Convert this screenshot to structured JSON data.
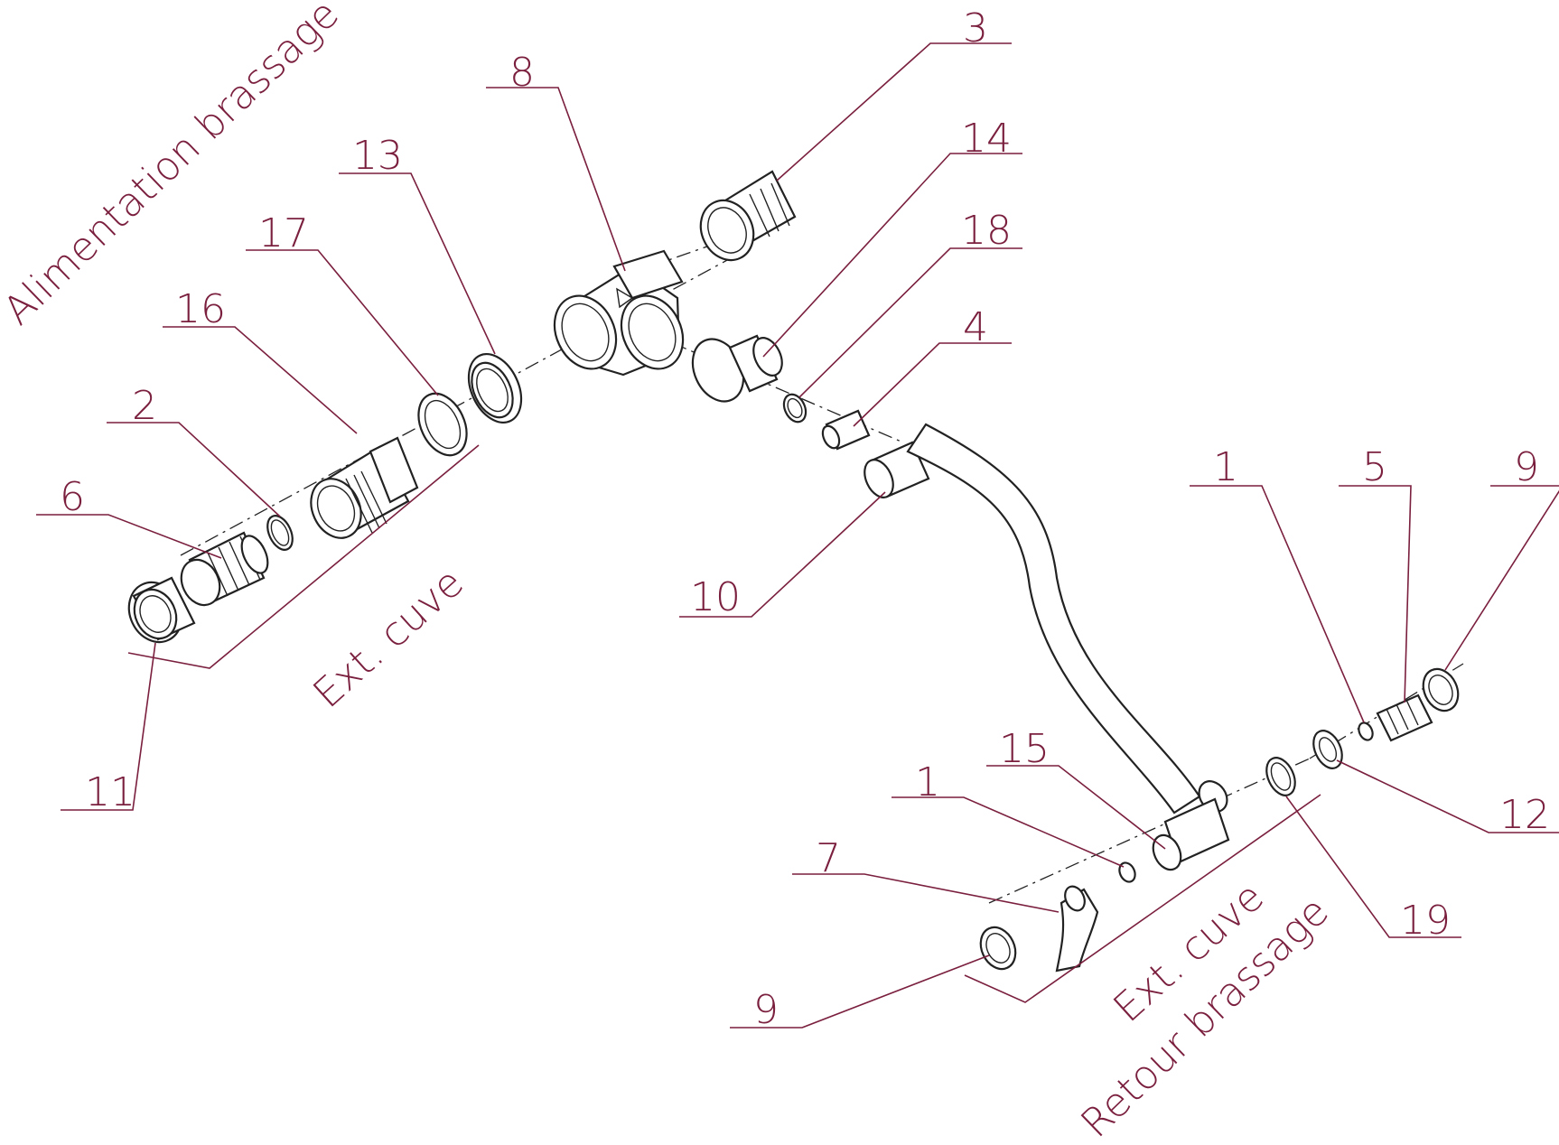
{
  "colors": {
    "accent": "#7a1f3d",
    "line": "#222222",
    "background": "#ffffff"
  },
  "titles": {
    "supply": "Alimentation brassage",
    "return": "Retour brassage",
    "outside_left": "Ext. cuve",
    "outside_right": "Ext. cuve"
  },
  "callouts": [
    "3",
    "8",
    "14",
    "13",
    "18",
    "17",
    "4",
    "16",
    "2",
    "6",
    "10",
    "1",
    "5",
    "9",
    "11",
    "15",
    "1",
    "12",
    "7",
    "19",
    "9"
  ]
}
